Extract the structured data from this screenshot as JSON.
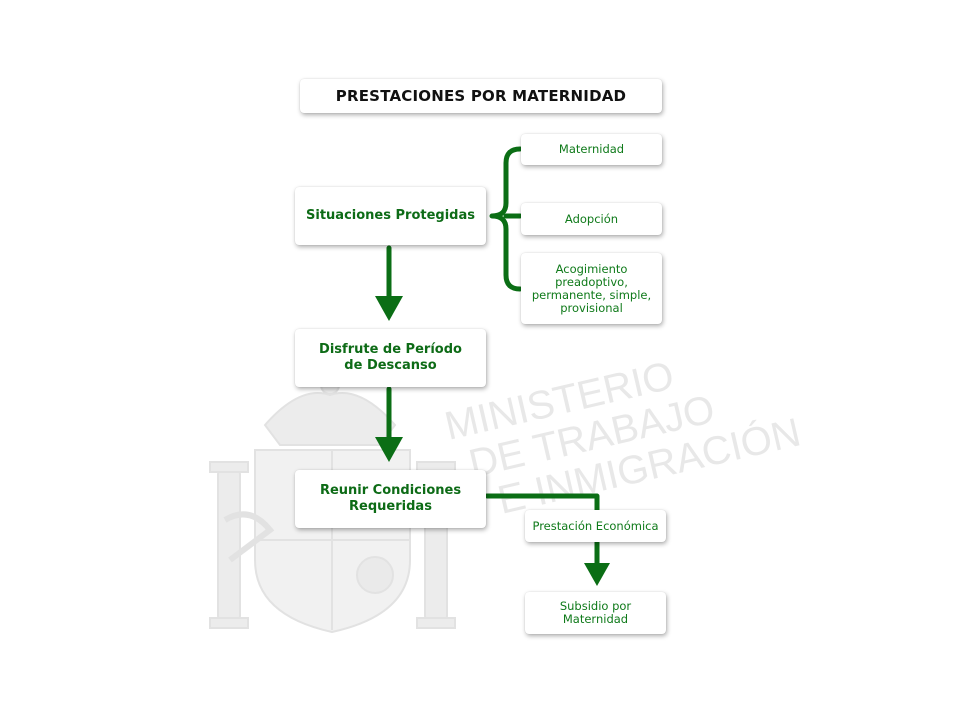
{
  "title": "PRESTACIONES POR MATERNIDAD",
  "nodes": {
    "situaciones": "Situaciones Protegidas",
    "maternidad": "Maternidad",
    "adopcion": "Adopción",
    "acogimiento": "Acogimiento\npreadoptivo,\npermanente, simple,\nprovisional",
    "disfrute": "Disfrute de Período\nde Descanso",
    "reunir": "Reunir Condiciones\nRequeridas",
    "prestacion": "Prestación Económica",
    "subsidio": "Subsidio por\nMaternidad"
  },
  "watermark": {
    "line1": "MINISTERIO",
    "line2": "DE TRABAJO",
    "line3": "E INMIGRACIÓN"
  },
  "colors": {
    "connector": "#0b6e15",
    "node_text": "#0d6b16",
    "title_text": "#111111",
    "watermark": "#e9e9e9"
  }
}
